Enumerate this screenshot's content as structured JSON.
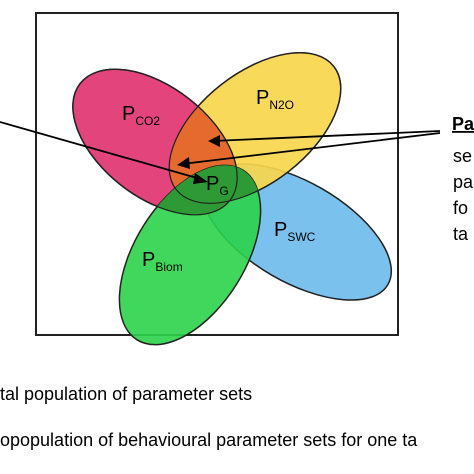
{
  "colors": {
    "co2": "#E0306E",
    "n2o": "#F7D64C",
    "swc": "#68B8EA",
    "biom": "#2BD34A",
    "overlap_red": "#E56A2E",
    "overlap_green": "#2E9A36",
    "outline": "#222222"
  },
  "labels": {
    "co2": {
      "main": "P",
      "sub": "CO2"
    },
    "n2o": {
      "main": "P",
      "sub": "N2O"
    },
    "swc": {
      "main": "P",
      "sub": "SWC"
    },
    "biom": {
      "main": "P",
      "sub": "Biom"
    },
    "g": {
      "main": "P",
      "sub": "G"
    }
  },
  "right_text": {
    "title": "Pa",
    "lines": [
      "se",
      "pa",
      "fo",
      "ta"
    ]
  },
  "legend": {
    "line1": "tal population of parameter sets",
    "line2": "opopulation of behavioural parameter sets for one ta"
  }
}
